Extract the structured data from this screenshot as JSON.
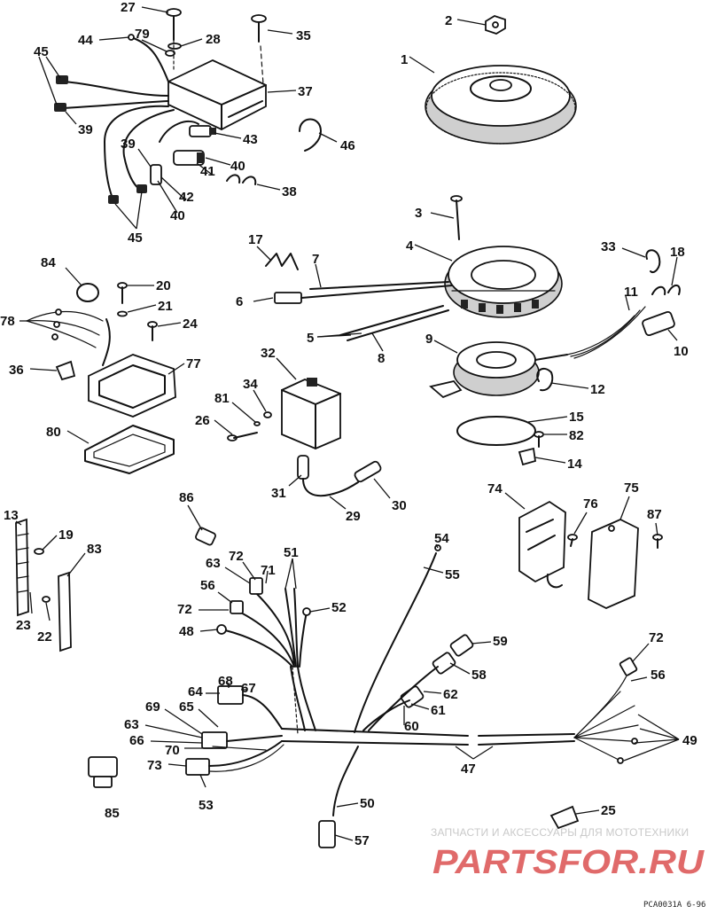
{
  "diagram": {
    "labels": [
      {
        "id": "27",
        "text": "27"
      },
      {
        "id": "35",
        "text": "35"
      },
      {
        "id": "44",
        "text": "44"
      },
      {
        "id": "79",
        "text": "79"
      },
      {
        "id": "28",
        "text": "28"
      },
      {
        "id": "45a",
        "text": "45"
      },
      {
        "id": "37",
        "text": "37"
      },
      {
        "id": "39a",
        "text": "39"
      },
      {
        "id": "43",
        "text": "43"
      },
      {
        "id": "46",
        "text": "46"
      },
      {
        "id": "39b",
        "text": "39"
      },
      {
        "id": "40a",
        "text": "40"
      },
      {
        "id": "41",
        "text": "41"
      },
      {
        "id": "42",
        "text": "42"
      },
      {
        "id": "38",
        "text": "38"
      },
      {
        "id": "40b",
        "text": "40"
      },
      {
        "id": "45b",
        "text": "45"
      },
      {
        "id": "2",
        "text": "2"
      },
      {
        "id": "1",
        "text": "1"
      },
      {
        "id": "3",
        "text": "3"
      },
      {
        "id": "4",
        "text": "4"
      },
      {
        "id": "17",
        "text": "17"
      },
      {
        "id": "7",
        "text": "7"
      },
      {
        "id": "6",
        "text": "6"
      },
      {
        "id": "33",
        "text": "33"
      },
      {
        "id": "18",
        "text": "18"
      },
      {
        "id": "11",
        "text": "11"
      },
      {
        "id": "5",
        "text": "5"
      },
      {
        "id": "8",
        "text": "8"
      },
      {
        "id": "9",
        "text": "9"
      },
      {
        "id": "10",
        "text": "10"
      },
      {
        "id": "12",
        "text": "12"
      },
      {
        "id": "15",
        "text": "15"
      },
      {
        "id": "82",
        "text": "82"
      },
      {
        "id": "14",
        "text": "14"
      },
      {
        "id": "84",
        "text": "84"
      },
      {
        "id": "20",
        "text": "20"
      },
      {
        "id": "21",
        "text": "21"
      },
      {
        "id": "78",
        "text": "78"
      },
      {
        "id": "24",
        "text": "24"
      },
      {
        "id": "36",
        "text": "36"
      },
      {
        "id": "77",
        "text": "77"
      },
      {
        "id": "80",
        "text": "80"
      },
      {
        "id": "32",
        "text": "32"
      },
      {
        "id": "34",
        "text": "34"
      },
      {
        "id": "81",
        "text": "81"
      },
      {
        "id": "26",
        "text": "26"
      },
      {
        "id": "31",
        "text": "31"
      },
      {
        "id": "29",
        "text": "29"
      },
      {
        "id": "30",
        "text": "30"
      },
      {
        "id": "74",
        "text": "74"
      },
      {
        "id": "75",
        "text": "75"
      },
      {
        "id": "76",
        "text": "76"
      },
      {
        "id": "87",
        "text": "87"
      },
      {
        "id": "86",
        "text": "86"
      },
      {
        "id": "13",
        "text": "13"
      },
      {
        "id": "19",
        "text": "19"
      },
      {
        "id": "83",
        "text": "83"
      },
      {
        "id": "23",
        "text": "23"
      },
      {
        "id": "22",
        "text": "22"
      },
      {
        "id": "63a",
        "text": "63"
      },
      {
        "id": "72a",
        "text": "72"
      },
      {
        "id": "71",
        "text": "71"
      },
      {
        "id": "51",
        "text": "51"
      },
      {
        "id": "54",
        "text": "54"
      },
      {
        "id": "55",
        "text": "55"
      },
      {
        "id": "56a",
        "text": "56"
      },
      {
        "id": "52",
        "text": "52"
      },
      {
        "id": "72b",
        "text": "72"
      },
      {
        "id": "48",
        "text": "48"
      },
      {
        "id": "59",
        "text": "59"
      },
      {
        "id": "58",
        "text": "58"
      },
      {
        "id": "62",
        "text": "62"
      },
      {
        "id": "61",
        "text": "61"
      },
      {
        "id": "60",
        "text": "60"
      },
      {
        "id": "72c",
        "text": "72"
      },
      {
        "id": "56b",
        "text": "56"
      },
      {
        "id": "64",
        "text": "64"
      },
      {
        "id": "68",
        "text": "68"
      },
      {
        "id": "67",
        "text": "67"
      },
      {
        "id": "69",
        "text": "69"
      },
      {
        "id": "65",
        "text": "65"
      },
      {
        "id": "63b",
        "text": "63"
      },
      {
        "id": "66",
        "text": "66"
      },
      {
        "id": "70",
        "text": "70"
      },
      {
        "id": "73",
        "text": "73"
      },
      {
        "id": "49",
        "text": "49"
      },
      {
        "id": "47",
        "text": "47"
      },
      {
        "id": "53",
        "text": "53"
      },
      {
        "id": "85",
        "text": "85"
      },
      {
        "id": "50",
        "text": "50"
      },
      {
        "id": "25",
        "text": "25"
      },
      {
        "id": "57",
        "text": "57"
      }
    ]
  },
  "watermark": {
    "line1": "ЗАПЧАСТИ И АКСЕССУАРЫ ДЛЯ МОТОТЕХНИКИ",
    "logo": "PARTSFOR.RU",
    "color": "#e06a6a"
  },
  "ref_code": "PCA0031A   6-96"
}
